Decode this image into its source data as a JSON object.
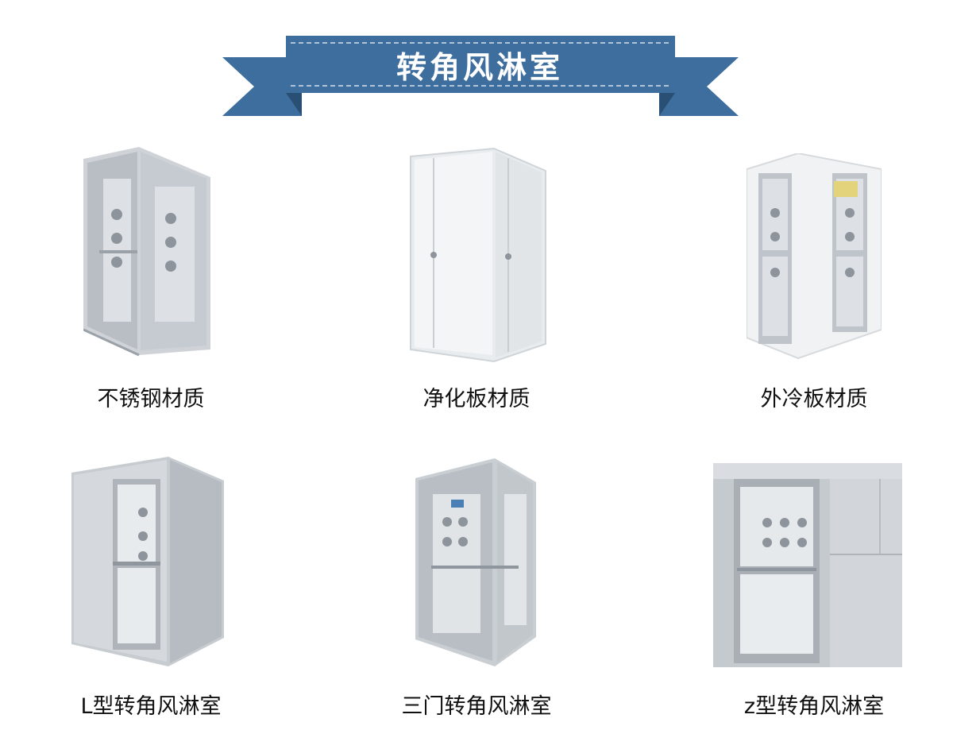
{
  "header": {
    "title": "转角风淋室"
  },
  "products": [
    {
      "caption": "不锈钢材质"
    },
    {
      "caption": "净化板材质"
    },
    {
      "caption": "外冷板材质"
    },
    {
      "caption": "L型转角风淋室"
    },
    {
      "caption": "三门转角风淋室"
    },
    {
      "caption": "z型转角风淋室"
    }
  ],
  "colors": {
    "ribbon": "#3d6e9e",
    "ribbon_dark": "#2a4f74",
    "ribbon_accent": "#4f82b4"
  }
}
